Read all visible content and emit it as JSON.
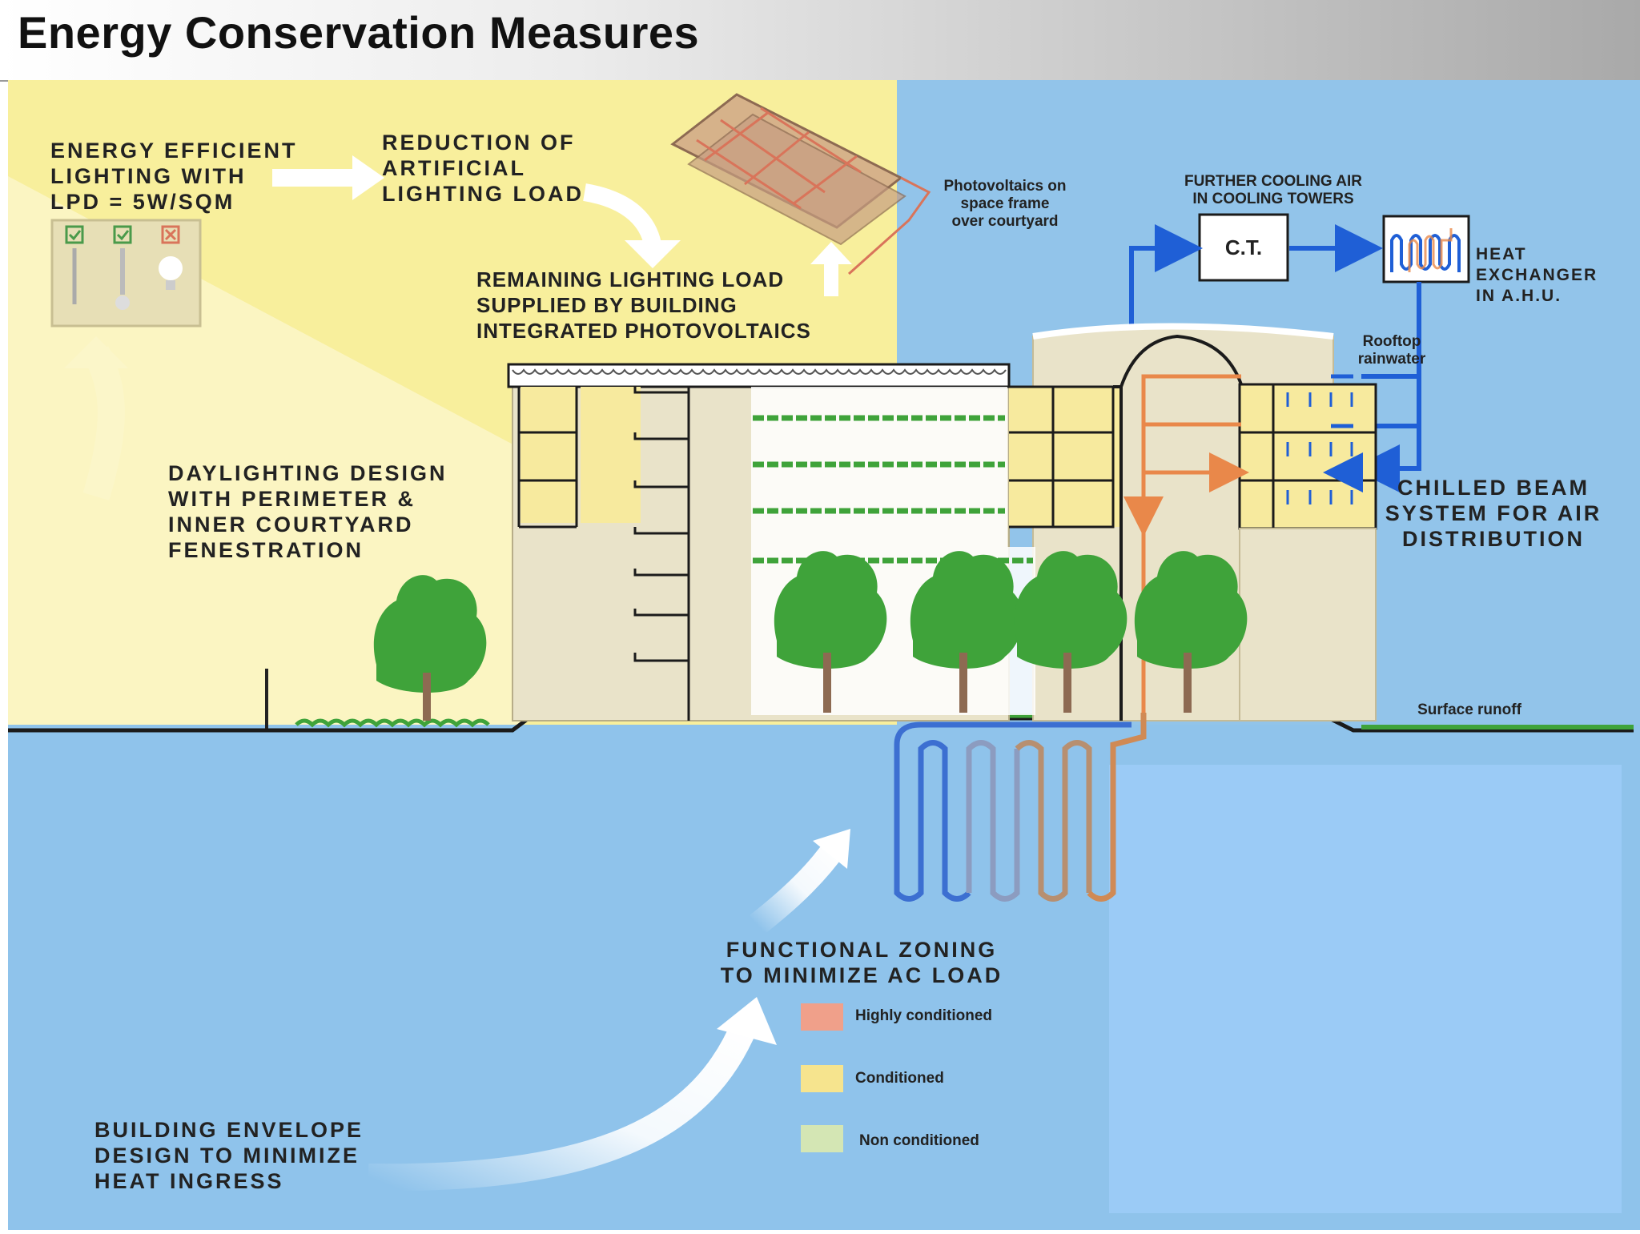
{
  "title": "Energy Conservation Measures",
  "labels": {
    "lighting": [
      "ENERGY EFFICIENT",
      "LIGHTING WITH",
      "LPD = 5W/SQM"
    ],
    "reduction": [
      "REDUCTION OF",
      "ARTIFICIAL",
      "LIGHTING LOAD"
    ],
    "remaining": [
      "REMAINING LIGHTING LOAD",
      "SUPPLIED BY BUILDING",
      "INTEGRATED PHOTOVOLTAICS"
    ],
    "pv": [
      "Photovoltaics on",
      "space frame",
      "over courtyard"
    ],
    "cooling": [
      "FURTHER COOLING AIR",
      "IN COOLING TOWERS"
    ],
    "ct": "C.T.",
    "heat_exchanger": [
      "HEAT",
      "EXCHANGER",
      "IN A.H.U."
    ],
    "rooftop": [
      "Rooftop",
      "rainwater"
    ],
    "daylighting": [
      "DAYLIGHTING DESIGN",
      "WITH PERIMETER &",
      "INNER COURTYARD",
      "FENESTRATION"
    ],
    "chilled": [
      "CHILLED BEAM",
      "SYSTEM FOR AIR",
      "DISTRIBUTION"
    ],
    "runoff": "Surface runoff",
    "zoning": [
      "FUNCTIONAL ZONING",
      "TO MINIMIZE AC LOAD"
    ],
    "envelope": [
      "BUILDING ENVELOPE",
      "DESIGN TO MINIMIZE",
      "HEAT INGRESS"
    ]
  },
  "legend": [
    {
      "label": "Highly conditioned",
      "color": "#f0a08a"
    },
    {
      "label": "Conditioned",
      "color": "#f6e48e"
    },
    {
      "label": "Non conditioned",
      "color": "#d4e6b4"
    }
  ],
  "colors": {
    "sky": "#92c4ea",
    "ground": "#8fc3eb",
    "panel": "#9bcbf6",
    "sunlight": "#f8f0a2",
    "building": "#e9e3c9",
    "tree": "#3fa33a",
    "cool_pipe": "#1f5fd6",
    "warm_pipe": "#e9884a"
  },
  "icons": [
    "lamp-incandescent-crossed-icon",
    "lamp-cfl-checked-icon",
    "lamp-tube-checked-icon",
    "pv-panel-icon",
    "tree-icon",
    "arrow-icon"
  ]
}
